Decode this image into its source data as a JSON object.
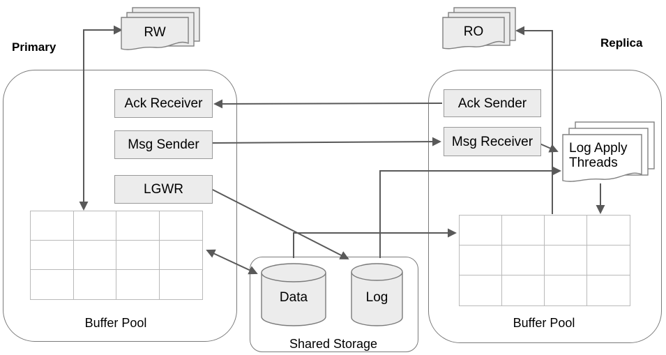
{
  "diagram": {
    "primary": {
      "title": "Primary",
      "clients": "RW",
      "processes": {
        "ack_receiver": "Ack Receiver",
        "msg_sender": "Msg Sender",
        "lgwr": "LGWR"
      },
      "buffer_pool": "Buffer Pool"
    },
    "replica": {
      "title": "Replica",
      "clients": "RO",
      "processes": {
        "ack_sender": "Ack Sender",
        "msg_receiver": "Msg Receiver"
      },
      "log_apply_threads": "Log Apply Threads",
      "buffer_pool": "Buffer Pool"
    },
    "shared_storage": {
      "title": "Shared Storage",
      "volumes": {
        "data": "Data",
        "log": "Log"
      }
    },
    "buffer_pool_grid": {
      "rows": 3,
      "cols": 4
    },
    "colors": {
      "box_fill": "#ececec",
      "box_border": "#999999",
      "page_fill": "#ececec",
      "log_apply_page_fill": "#ffffff",
      "arrow": "#595959",
      "grid_line": "#b9b9b9",
      "container_border": "#7a7a7a",
      "text": "#000000"
    }
  }
}
